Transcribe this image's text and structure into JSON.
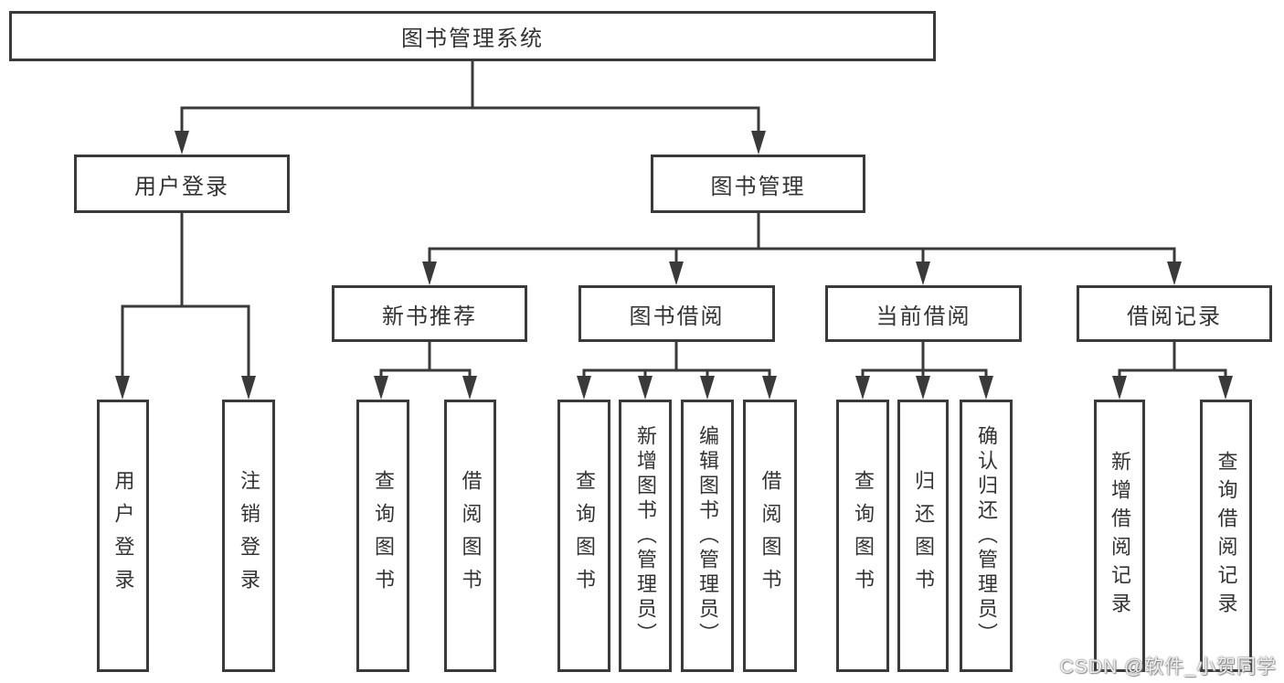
{
  "page": {
    "background": "#ffffff"
  },
  "colors": {
    "line": "#3a3a3a",
    "box_border": "#3a3a3a",
    "box_fill": "#ffffff",
    "text": "#333333",
    "watermark": "#cccccc"
  },
  "tree": {
    "root": "图书管理系统",
    "branches": [
      {
        "label": "用户登录",
        "children": [
          "用户登录",
          "注销登录"
        ]
      },
      {
        "label": "图书管理",
        "children": [
          {
            "label": "新书推荐",
            "children": [
              "查询图书",
              "借阅图书"
            ]
          },
          {
            "label": "图书借阅",
            "children": [
              "查询图书",
              "新增图书（管理员）",
              "编辑图书（管理员）",
              "借阅图书"
            ]
          },
          {
            "label": "当前借阅",
            "children": [
              "查询图书",
              "归还图书",
              "确认归还（管理员）"
            ]
          },
          {
            "label": "借阅记录",
            "children": [
              "新增借阅记录",
              "查询借阅记录"
            ]
          }
        ]
      }
    ]
  },
  "watermark": "CSDN @软件_小贺同学"
}
